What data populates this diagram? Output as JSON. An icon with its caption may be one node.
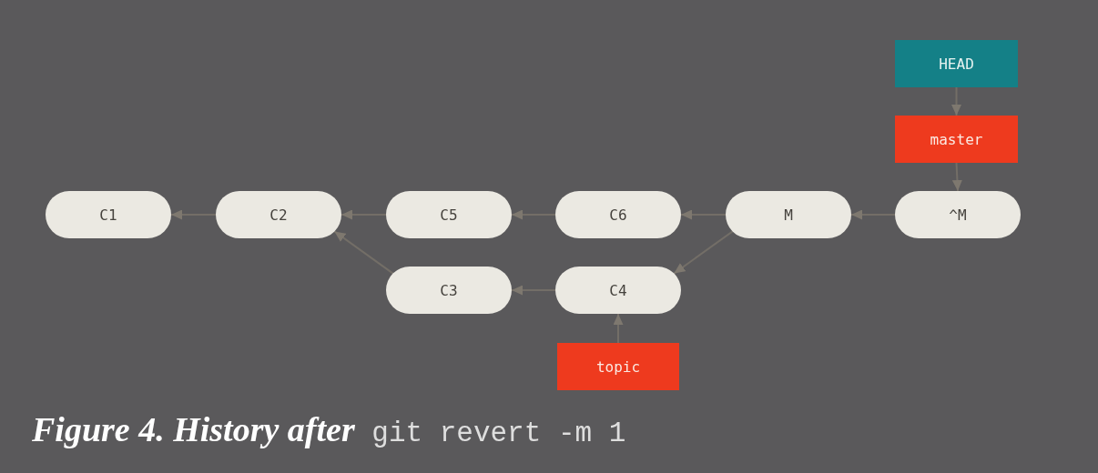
{
  "diagram": {
    "caption": "*Figure 4. History after* git revert -m 1",
    "nodes": [
      {
        "text": [
          "HEAD"
        ]
      },
      {
        "text": [
          "master"
        ]
      },
      {
        "text": [
          "C1"
        ]
      },
      {
        "text": [
          "C2"
        ]
      },
      {
        "text": [
          "C5"
        ]
      },
      {
        "text": [
          "C6"
        ]
      },
      {
        "text": [
          "M"
        ]
      },
      {
        "text": [
          "^M"
        ]
      },
      {
        "text": [
          "C3"
        ]
      },
      {
        "text": [
          "C4"
        ]
      },
      {
        "text": [
          "topic"
        ]
      }
    ],
    "edges": [
      {
        "from": 0,
        "to": 1,
        "arrow": "to"
      },
      {
        "from": 1,
        "to": 7,
        "arrow": "to"
      },
      {
        "from": 3,
        "to": 2,
        "arrow": "to"
      },
      {
        "from": 4,
        "to": 3,
        "arrow": "to"
      },
      {
        "from": 5,
        "to": 4,
        "arrow": "to"
      },
      {
        "from": 6,
        "to": 5,
        "arrow": "to"
      },
      {
        "from": 7,
        "to": 6,
        "arrow": "to"
      },
      {
        "from": 6,
        "to": 9,
        "arrow": "to"
      },
      {
        "from": 9,
        "to": 8,
        "arrow": "to"
      },
      {
        "from": 8,
        "to": 3,
        "arrow": "to"
      },
      {
        "from": 10,
        "to": 9,
        "arrow": "to"
      }
    ]
  }
}
